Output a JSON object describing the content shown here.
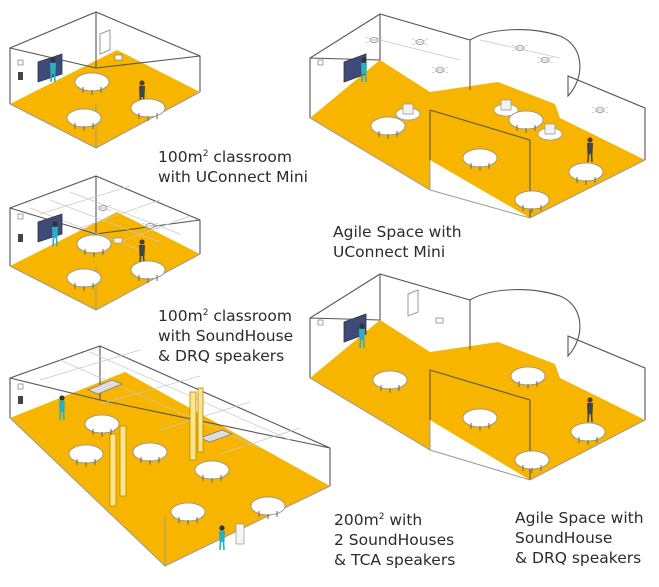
{
  "colors": {
    "floor": "#f7b500",
    "wall_line": "#555555",
    "screen": "#3e4a7a",
    "person": "#2ab0c0"
  },
  "captions": {
    "room1": {
      "line1_pre": "100m",
      "line1_sup": "2",
      "line1_post": " classroom",
      "line2": "with UConnect Mini"
    },
    "room2": {
      "line1_pre": "100m",
      "line1_sup": "2",
      "line1_post": " classroom",
      "line2": "with SoundHouse",
      "line3": "& DRQ speakers"
    },
    "room3": {
      "line1_pre": "200m",
      "line1_sup": "2",
      "line1_post": " with",
      "line2": "2 SoundHouses",
      "line3": "& TCA speakers"
    },
    "agile1": {
      "line1": "Agile Space with",
      "line2": "UConnect Mini"
    },
    "agile2": {
      "line1": "Agile Space with",
      "line2": "SoundHouse",
      "line3": "& DRQ speakers"
    }
  },
  "icons": [
    "interactive-display-icon",
    "person-icon",
    "round-table-icon",
    "ceiling-speaker-icon",
    "soundhouse-icon",
    "wall-panel-icon"
  ]
}
